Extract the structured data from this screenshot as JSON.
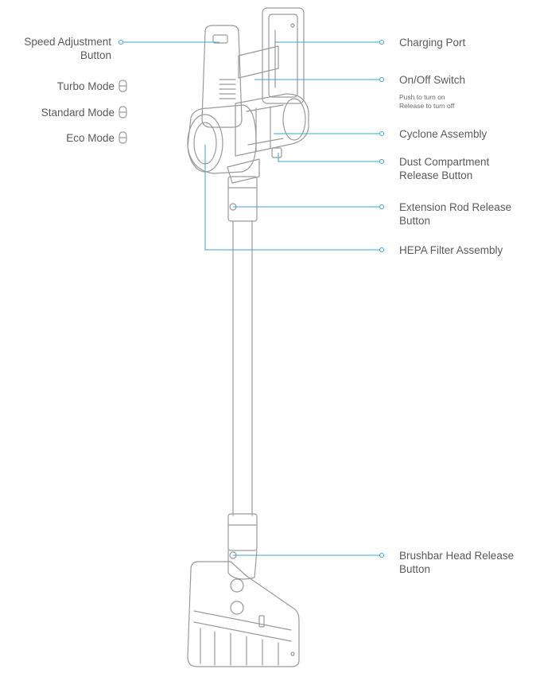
{
  "labels": {
    "speed_adjustment_line1": "Speed Adjustment",
    "speed_adjustment_line2": "Button",
    "turbo_mode": "Turbo Mode",
    "standard_mode": "Standard Mode",
    "eco_mode": "Eco Mode",
    "charging_port": "Charging Port",
    "on_off_switch": "On/Off Switch",
    "on_off_note_line1": "Push to turn on",
    "on_off_note_line2": "Release to turn off",
    "cyclone_assembly": "Cyclone Assembly",
    "dust_compartment_line1": "Dust Compartment",
    "dust_compartment_line2": "Release Button",
    "extension_rod_line1": "Extension Rod Release",
    "extension_rod_line2": "Button",
    "hepa_filter": "HEPA Filter Assembly",
    "brushbar_line1": "Brushbar Head Release",
    "brushbar_line2": "Button"
  },
  "colors": {
    "leader_line": "#3aa6d6",
    "outline": "#9a9a9a",
    "text": "#5a5a5a"
  }
}
